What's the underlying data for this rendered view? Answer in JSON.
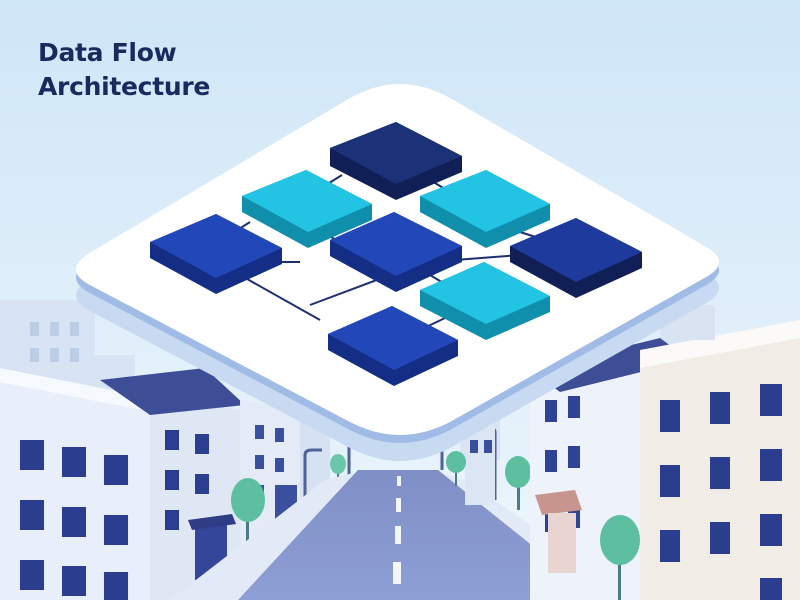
{
  "title": {
    "line1": "Data Flow",
    "line2": "Architecture"
  },
  "colors": {
    "navy": "#1b3278",
    "blue": "#2247b8",
    "cyan": "#1fc3e3",
    "platform": "#ffffff",
    "sky_top": "#cfe6f7",
    "sky_bottom": "#eef6fc"
  },
  "diagram": {
    "nodes": [
      {
        "id": "top-node",
        "tone": "navy"
      },
      {
        "id": "left-cyan-node",
        "tone": "cyan"
      },
      {
        "id": "right-cyan-node",
        "tone": "cyan"
      },
      {
        "id": "left-node",
        "tone": "blue"
      },
      {
        "id": "center-node",
        "tone": "blue"
      },
      {
        "id": "right-node",
        "tone": "navy"
      },
      {
        "id": "lower-cyan-node",
        "tone": "cyan"
      },
      {
        "id": "bottom-node",
        "tone": "blue"
      }
    ]
  }
}
